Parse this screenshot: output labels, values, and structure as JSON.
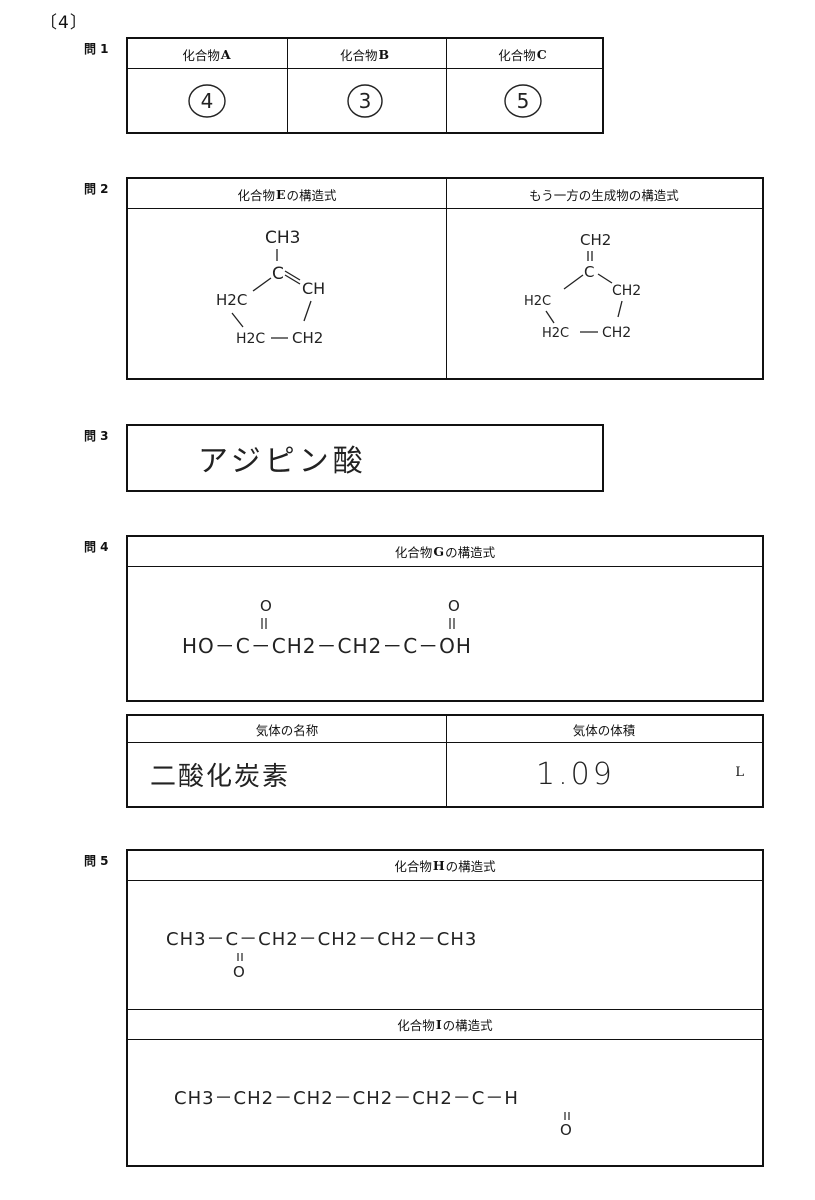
{
  "section": "〔4〕",
  "q1": {
    "label": "問 1",
    "col_prefix": "化合物",
    "columns": [
      {
        "letter": "A",
        "answer": "4"
      },
      {
        "letter": "B",
        "answer": "3"
      },
      {
        "letter": "C",
        "answer": "5"
      }
    ]
  },
  "q2": {
    "label": "問 2",
    "header_left_pre": "化合物 ",
    "header_left_letter": "E",
    "header_left_post": " の構造式",
    "header_right": "もう一方の生成物の構造式",
    "left_struct": {
      "ch3": "CH3",
      "c": "C",
      "ch": "CH",
      "h2c": "H2C",
      "h2c_bottom": "H2C",
      "ch2": "CH2"
    },
    "right_struct": {
      "ch2_top": "CH2",
      "c": "C",
      "ch2_right": "CH2",
      "h2c": "H2C",
      "h2c_bottom": "H2C",
      "ch2_bottom": "CH2"
    }
  },
  "q3": {
    "label": "問 3",
    "answer": "アジピン酸"
  },
  "q4": {
    "label": "問 4",
    "header_pre": "化合物 ",
    "header_letter": "G",
    "header_post": " の構造式",
    "formula": "HO－C－CH2－CH2－C－OH",
    "o_top": "O",
    "gas_name_header": "気体の名称",
    "gas_volume_header": "気体の体積",
    "gas_name": "二酸化炭素",
    "gas_volume": "1.09",
    "unit": "L"
  },
  "q5": {
    "label": "問 5",
    "h_header_pre": "化合物 ",
    "h_header_letter": "H",
    "h_header_post": " の構造式",
    "h_formula": "CH3－C－CH2－CH2－CH2－CH3",
    "h_o": "O",
    "i_header_pre": "化合物 ",
    "i_header_letter": "I",
    "i_header_post": " の構造式",
    "i_formula": "CH3－CH2－CH2－CH2－CH2－C－H",
    "i_o": "O"
  }
}
